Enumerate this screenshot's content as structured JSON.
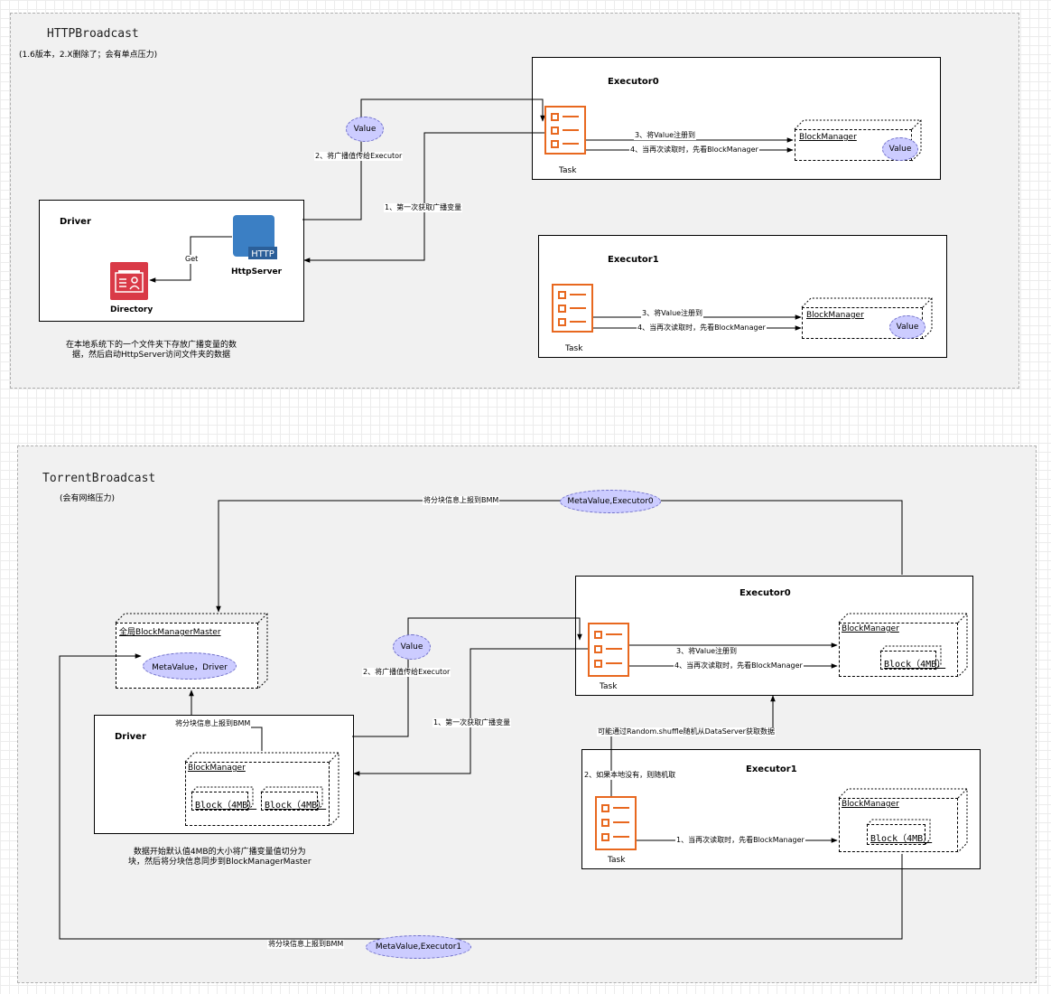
{
  "http": {
    "title": "HTTPBroadcast",
    "subtitle": "(1.6版本，2.X删除了；会有单点压力)",
    "driver": "Driver",
    "http_badge": "HTTP",
    "http_server": "HttpServer",
    "directory": "Directory",
    "get": "Get",
    "step1": "1、第一次获取广播变量",
    "step2": "2、将广播值传给Executor",
    "value_pill": "Value",
    "note": "在本地系统下的一个文件夹下存放广播变量的数\n据，然后启动HttpServer访问文件夹的数据",
    "executor0": {
      "title": "Executor0",
      "task": "Task",
      "step3": "3、将Value注册到",
      "step4": "4、当再次读取时，先看BlockManager",
      "block_manager": "BlockManager",
      "value": "Value"
    },
    "executor1": {
      "title": "Executor1",
      "task": "Task",
      "step3": "3、将Value注册到",
      "step4": "4、当再次读取时，先看BlockManager",
      "block_manager": "BlockManager",
      "value": "Value"
    }
  },
  "torrent": {
    "title": "TorrentBroadcast",
    "subtitle": "(会有网络压力)",
    "report_top": "将分块信息上报到BMM",
    "meta_exec0": "MetaValue,Executor0",
    "bmm_title": "全局BlockManagerMaster",
    "meta_driver": "MetaValue，Driver",
    "report_driver": "将分块信息上报到BMM",
    "driver": "Driver",
    "driver_bm": "BlockManager",
    "block1": "Block（4MB）",
    "block2": "Block（4MB）",
    "value_pill": "Value",
    "step2": "2、将广播值传给Executor",
    "step1": "1、第一次获取广播变量",
    "note": "数据开始默认值4MB的大小将广播变量值切分为\n块，然后将分块信息同步到BlockManagerMaster",
    "executor0": {
      "title": "Executor0",
      "task": "Task",
      "step3": "3、将Value注册到",
      "step4": "4、当再次读取时，先看BlockManager",
      "block_manager": "BlockManager",
      "block": "Block（4MB）"
    },
    "random_fetch": "可能通过Random.shuffle随机从DataServer获取数据",
    "executor1": {
      "title": "Executor1",
      "task": "Task",
      "step2": "2、如果本地没有，则随机取",
      "step1": "1、当再次读取时，先看BlockManager",
      "block_manager": "BlockManager",
      "block": "Block（4MB）"
    },
    "report_bottom": "将分块信息上报到BMM",
    "meta_exec1": "MetaValue,Executor1"
  },
  "colors": {
    "task": "#e8681f",
    "pill_fill": "#ccccff",
    "http_icon": "#3b7fc4",
    "directory_icon": "#d93a47"
  }
}
